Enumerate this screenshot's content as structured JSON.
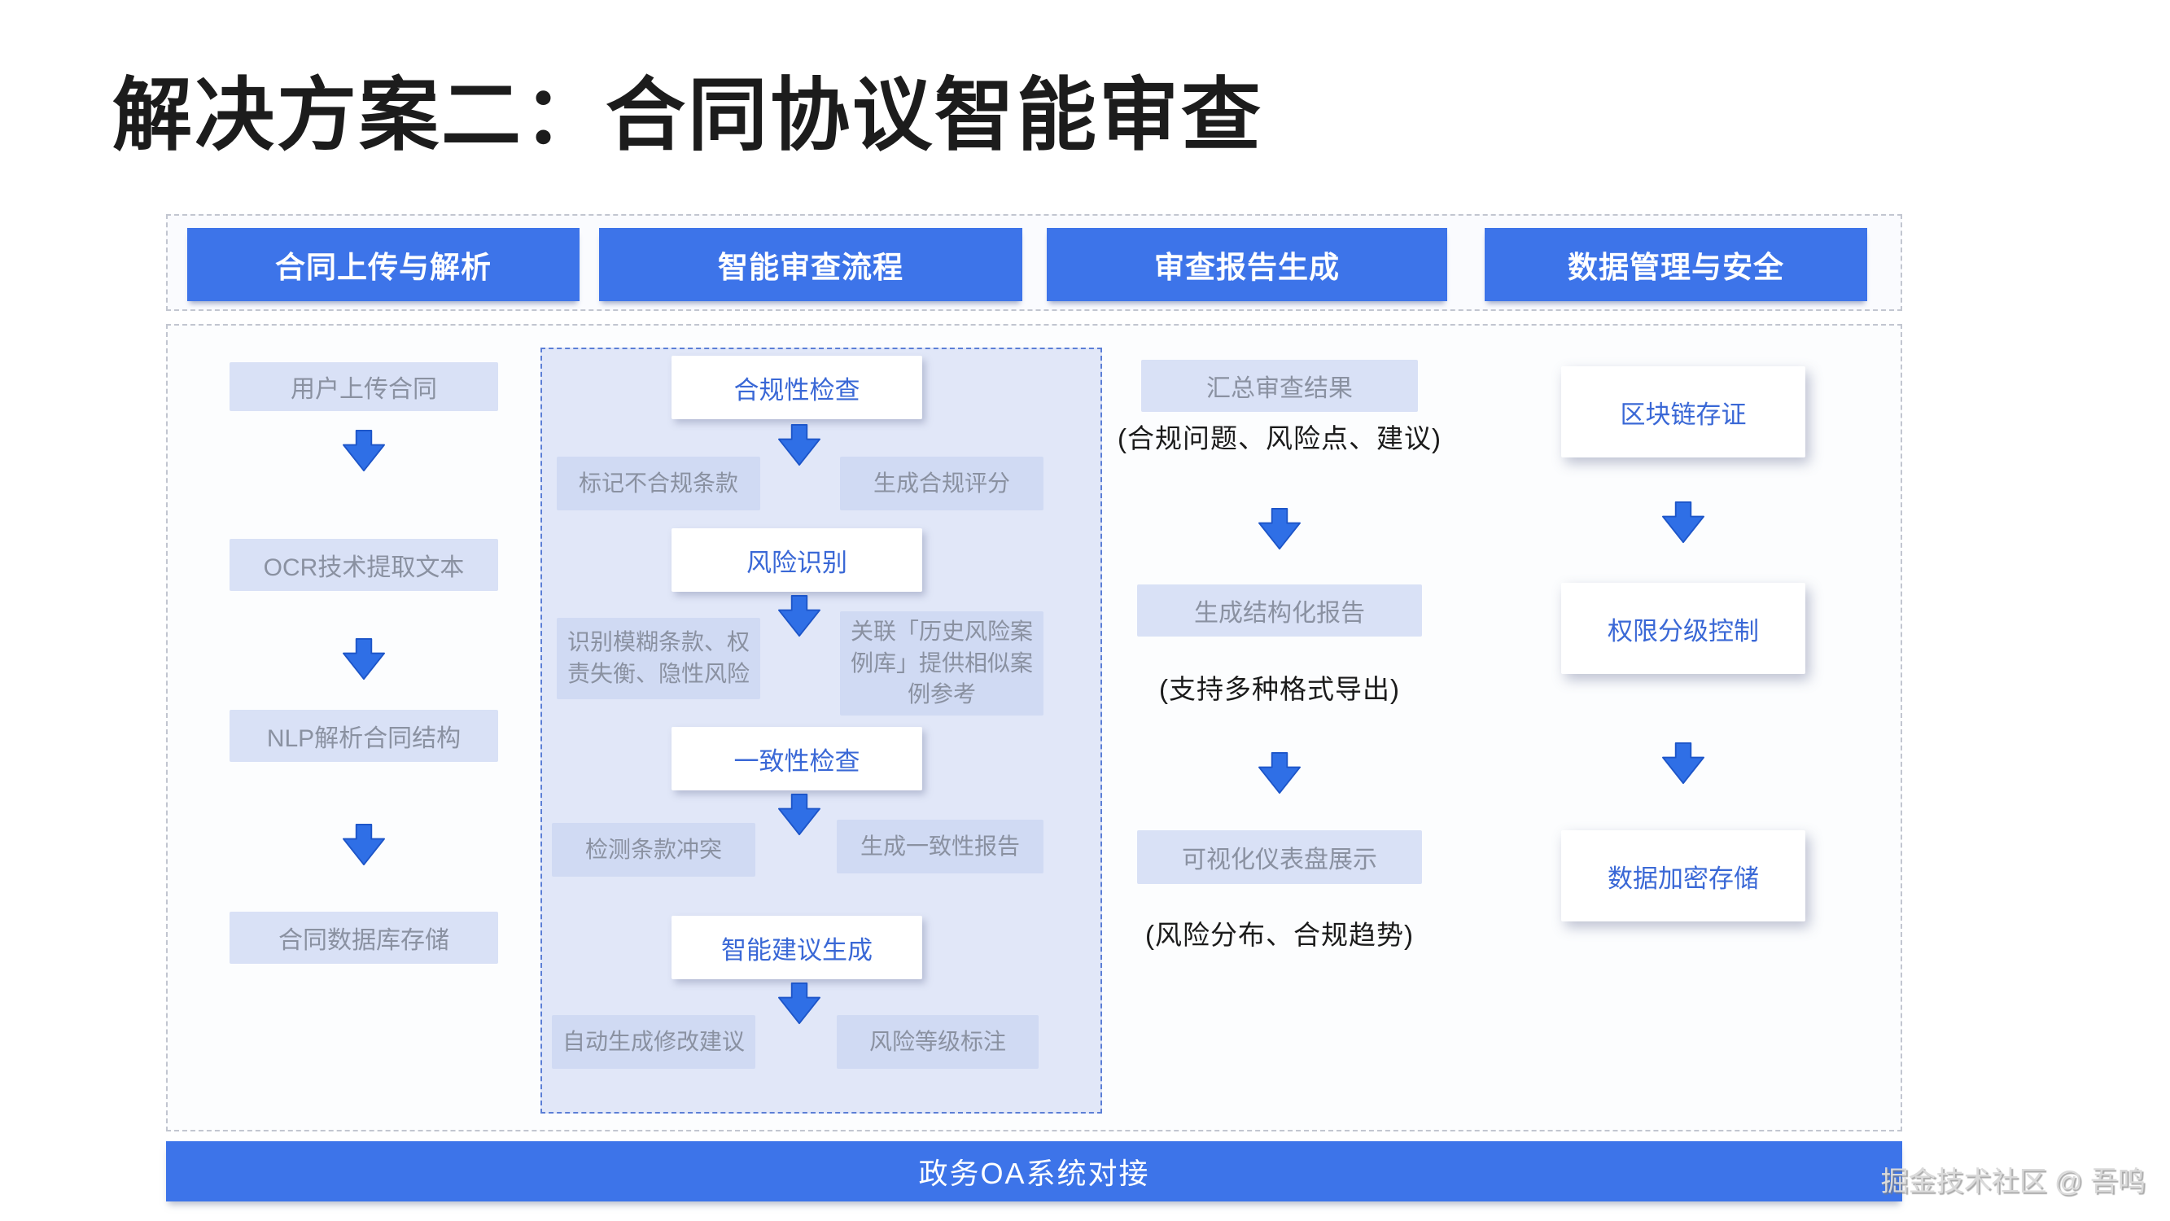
{
  "title": "解决方案二：合同协议智能审查",
  "watermark": "掘金技术社区 @ 吾鸣",
  "header_tabs": [
    {
      "label": "合同上传与解析"
    },
    {
      "label": "智能审查流程"
    },
    {
      "label": "审查报告生成"
    },
    {
      "label": "数据管理与安全"
    }
  ],
  "upload_flow": {
    "steps": [
      "用户上传合同",
      "OCR技术提取文本",
      "NLP解析合同结构",
      "合同数据库存储"
    ]
  },
  "review_flow": {
    "stages": [
      {
        "title": "合规性检查",
        "left": "标记不合规条款",
        "right": "生成合规评分"
      },
      {
        "title": "风险识别",
        "left": "识别模糊条款、权责失衡、隐性风险",
        "right": "关联「历史风险案例库」提供相似案例参考"
      },
      {
        "title": "一致性检查",
        "left": "检测条款冲突",
        "right": "生成一致性报告"
      },
      {
        "title": "智能建议生成",
        "left": "自动生成修改建议",
        "right": "风险等级标注"
      }
    ]
  },
  "report_flow": {
    "steps": [
      {
        "label": "汇总审查结果",
        "note": "(合规问题、风险点、建议)"
      },
      {
        "label": "生成结构化报告",
        "note": "(支持多种格式导出)"
      },
      {
        "label": "可视化仪表盘展示",
        "note": "(风险分布、合规趋势)"
      }
    ]
  },
  "security_flow": {
    "steps": [
      "区块链存证",
      "权限分级控制",
      "数据加密存储"
    ]
  },
  "footer": {
    "label": "政务OA系统对接"
  },
  "colors": {
    "primary_blue": "#3d74e9",
    "arrow_blue": "#2f6fe6",
    "arrow_border": "#1d55c8",
    "panel_blue": "#dee5f7",
    "light_box": "#d9e1f6",
    "pair_box": "#d0daf3",
    "blue_text": "#3a68d6",
    "gray_text": "#8a91a1"
  }
}
